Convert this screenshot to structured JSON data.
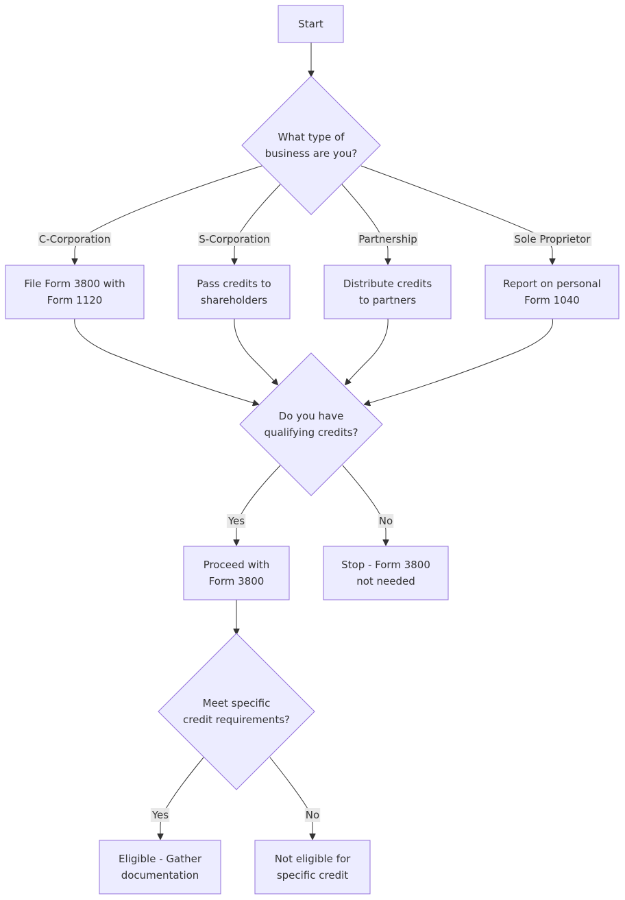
{
  "diagram": {
    "nodes": [
      {
        "id": "start",
        "shape": "rect",
        "lines": [
          "Start"
        ]
      },
      {
        "id": "business_type",
        "shape": "diamond",
        "lines": [
          "What type of",
          "business are you?"
        ]
      },
      {
        "id": "c_corp",
        "shape": "rect",
        "lines": [
          "File Form 3800 with",
          "Form 1120"
        ]
      },
      {
        "id": "s_corp",
        "shape": "rect",
        "lines": [
          "Pass credits to",
          "shareholders"
        ]
      },
      {
        "id": "partnership",
        "shape": "rect",
        "lines": [
          "Distribute credits",
          "to partners"
        ]
      },
      {
        "id": "sole_prop",
        "shape": "rect",
        "lines": [
          "Report on personal",
          "Form 1040"
        ]
      },
      {
        "id": "qualifying",
        "shape": "diamond",
        "lines": [
          "Do you have",
          "qualifying credits?"
        ]
      },
      {
        "id": "proceed",
        "shape": "rect",
        "lines": [
          "Proceed with",
          "Form 3800"
        ]
      },
      {
        "id": "stop",
        "shape": "rect",
        "lines": [
          "Stop - Form 3800",
          "not needed"
        ]
      },
      {
        "id": "requirements",
        "shape": "diamond",
        "lines": [
          "Meet specific",
          "credit requirements?"
        ]
      },
      {
        "id": "eligible",
        "shape": "rect",
        "lines": [
          "Eligible - Gather",
          "documentation"
        ]
      },
      {
        "id": "not_eligible",
        "shape": "rect",
        "lines": [
          "Not eligible for",
          "specific credit"
        ]
      }
    ],
    "edges": [
      {
        "id": "start_to_type",
        "from": "start",
        "to": "business_type",
        "label": ""
      },
      {
        "id": "type_to_ccorp",
        "from": "business_type",
        "to": "c_corp",
        "label": "C-Corporation"
      },
      {
        "id": "type_to_scorp",
        "from": "business_type",
        "to": "s_corp",
        "label": "S-Corporation"
      },
      {
        "id": "type_to_partnership",
        "from": "business_type",
        "to": "partnership",
        "label": "Partnership"
      },
      {
        "id": "type_to_soleprop",
        "from": "business_type",
        "to": "sole_prop",
        "label": "Sole Proprietor"
      },
      {
        "id": "ccorp_to_qualifying",
        "from": "c_corp",
        "to": "qualifying",
        "label": ""
      },
      {
        "id": "scorp_to_qualifying",
        "from": "s_corp",
        "to": "qualifying",
        "label": ""
      },
      {
        "id": "partnership_to_qualifying",
        "from": "partnership",
        "to": "qualifying",
        "label": ""
      },
      {
        "id": "soleprop_to_qualifying",
        "from": "sole_prop",
        "to": "qualifying",
        "label": ""
      },
      {
        "id": "qualifying_yes",
        "from": "qualifying",
        "to": "proceed",
        "label": "Yes"
      },
      {
        "id": "qualifying_no",
        "from": "qualifying",
        "to": "stop",
        "label": "No"
      },
      {
        "id": "proceed_to_requirements",
        "from": "proceed",
        "to": "requirements",
        "label": ""
      },
      {
        "id": "requirements_yes",
        "from": "requirements",
        "to": "eligible",
        "label": "Yes"
      },
      {
        "id": "requirements_no",
        "from": "requirements",
        "to": "not_eligible",
        "label": "No"
      }
    ]
  },
  "colors": {
    "node_fill": "#ececff",
    "node_stroke": "#9370db",
    "edge": "#333333",
    "text": "#333333",
    "label_bg": "#e8e8e8"
  }
}
